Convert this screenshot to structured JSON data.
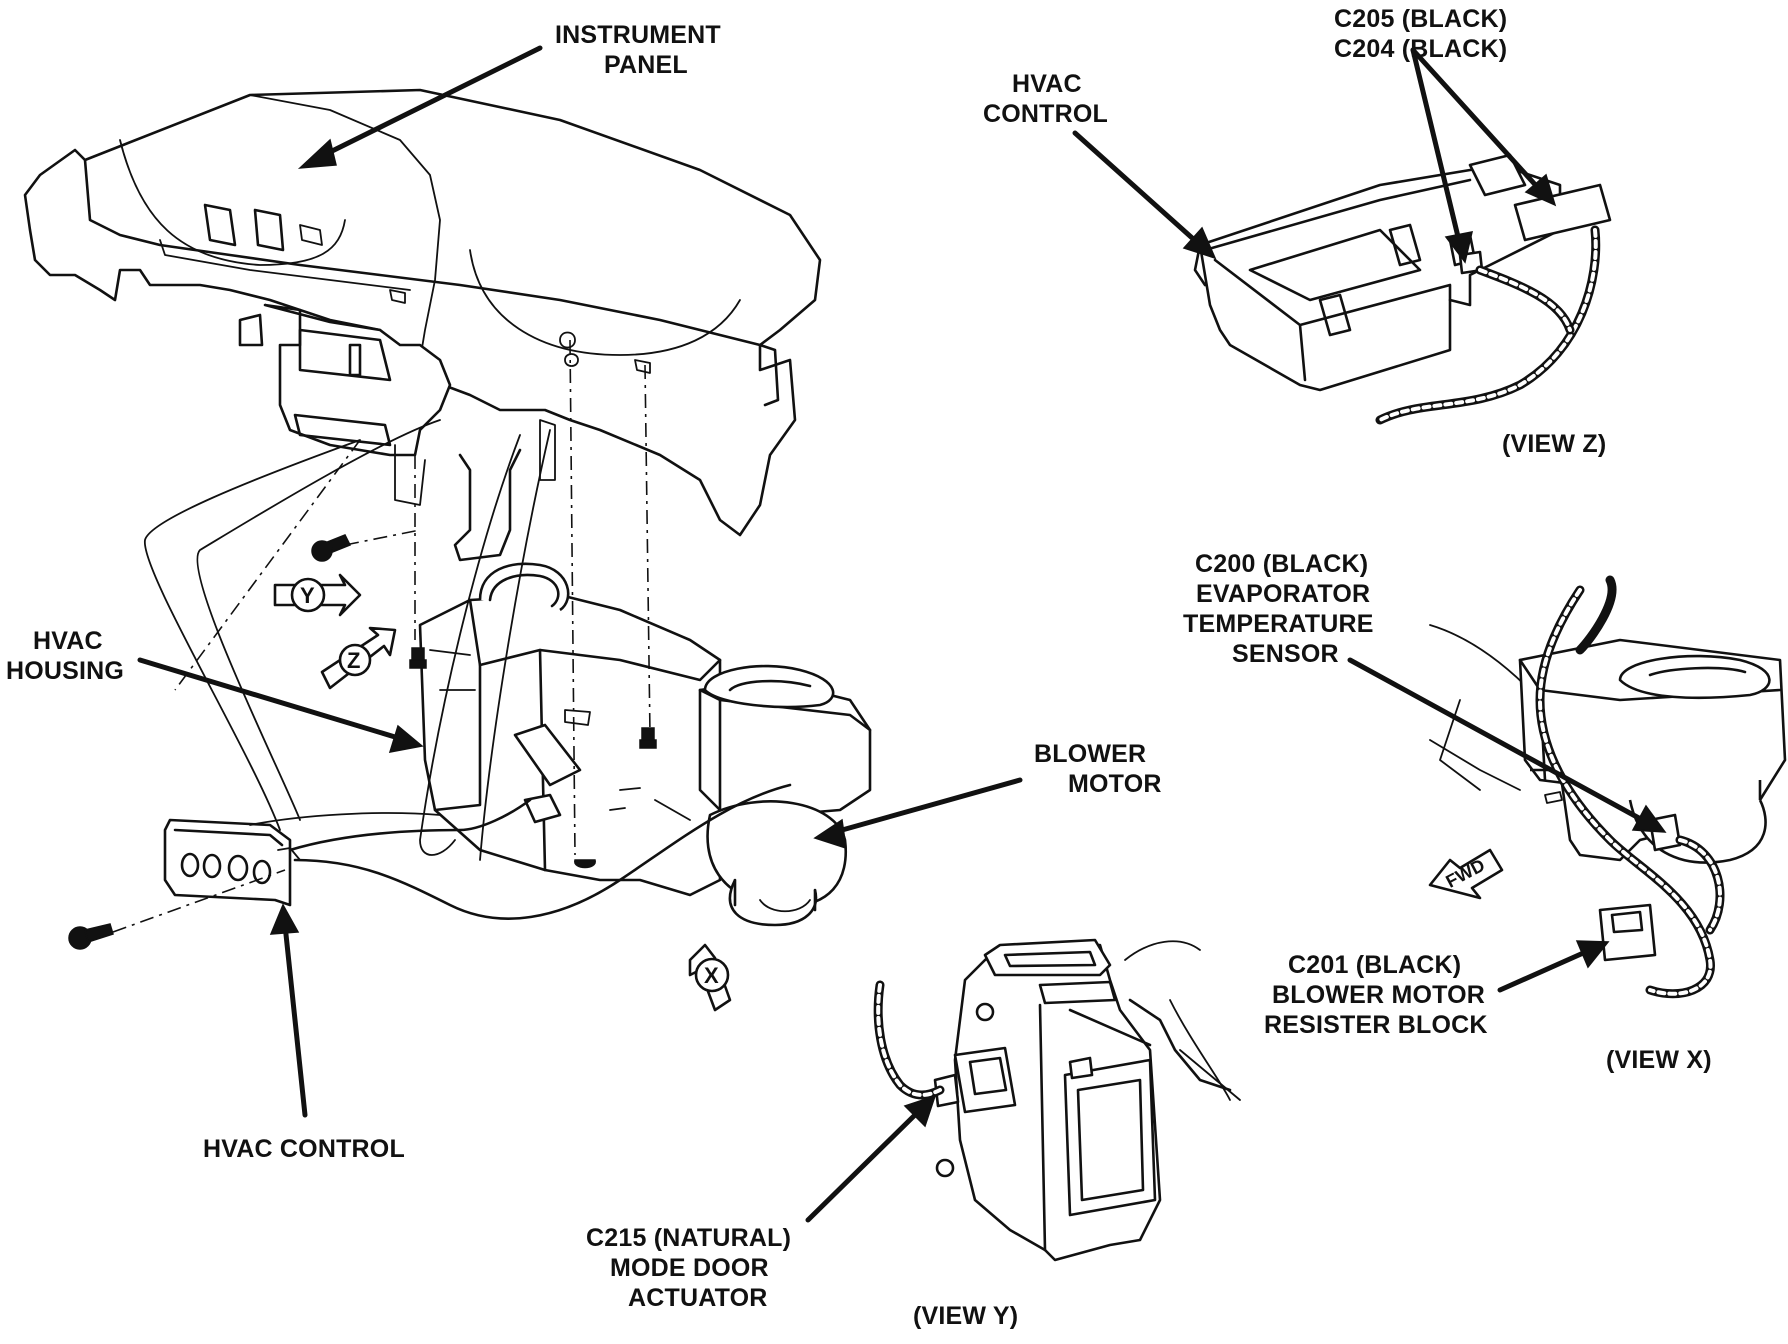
{
  "labels": {
    "instrument_panel": [
      "INSTRUMENT",
      "PANEL"
    ],
    "hvac_housing": [
      "HVAC",
      "HOUSING"
    ],
    "blower_motor": [
      "BLOWER",
      "MOTOR"
    ],
    "hvac_control_main": [
      "HVAC CONTROL"
    ],
    "hvac_control_view_z": [
      "HVAC",
      "CONTROL"
    ],
    "c205_c204": [
      "C205 (BLACK)",
      "C204 (BLACK)"
    ],
    "view_z": "(VIEW Z)",
    "c200": [
      "C200 (BLACK)",
      "EVAPORATOR",
      "TEMPERATURE",
      "SENSOR"
    ],
    "c201": [
      "C201 (BLACK)",
      "BLOWER MOTOR",
      "RESISTER BLOCK"
    ],
    "view_x": "(VIEW X)",
    "c215": [
      "C215 (NATURAL)",
      "MODE DOOR",
      "ACTUATOR"
    ],
    "view_y": "(VIEW Y)"
  },
  "view_markers": {
    "y": "Y",
    "z": "Z",
    "x": "X",
    "fwd": "FWD"
  }
}
